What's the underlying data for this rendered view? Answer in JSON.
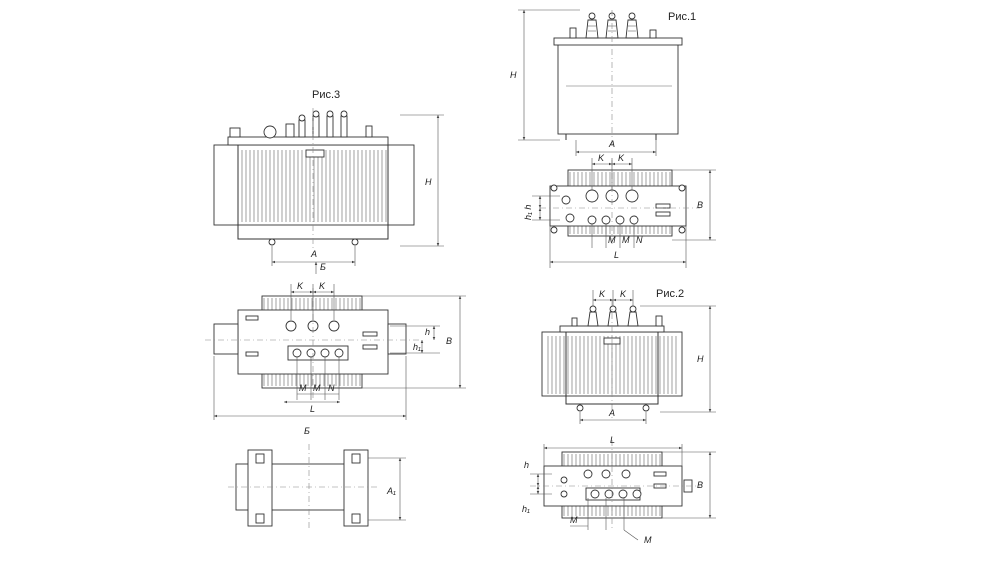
{
  "figures": {
    "fig1": {
      "title": "Рис.1"
    },
    "fig2": {
      "title": "Рис.2"
    },
    "fig3": {
      "title": "Рис.3"
    }
  },
  "labels": {
    "H": "H",
    "A": "A",
    "A1": "A₁",
    "B": "B",
    "K": "K",
    "L": "L",
    "M": "M",
    "N": "N",
    "h": "h",
    "h1": "h₁",
    "h1h": "h₁ h",
    "section": "Б"
  }
}
